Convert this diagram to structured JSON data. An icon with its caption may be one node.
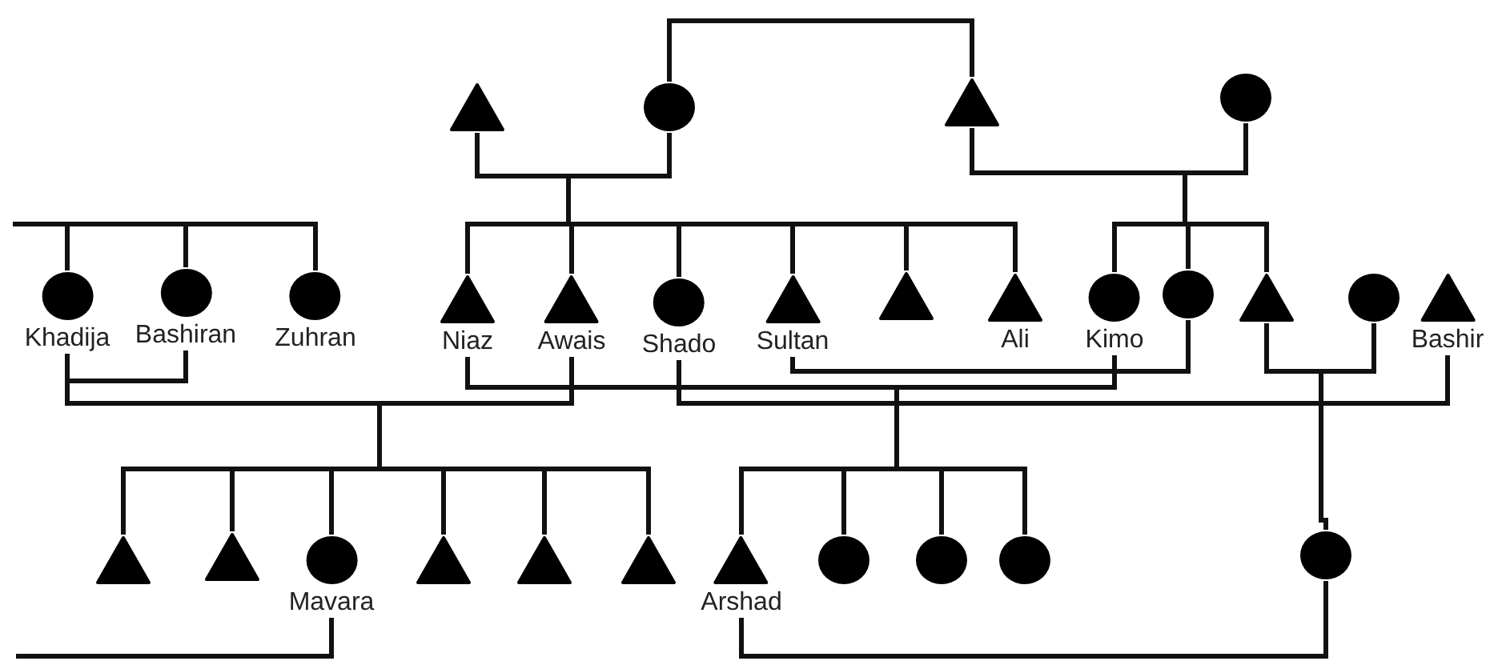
{
  "diagram": {
    "nodes": [
      {
        "text": [],
        "shape": "triangle"
      },
      {
        "text": [],
        "shape": "circle"
      },
      {
        "text": [],
        "shape": "triangle"
      },
      {
        "text": [],
        "shape": "circle"
      },
      {
        "text": [
          "Khadija"
        ]
      },
      {
        "text": [
          "Bashiran"
        ]
      },
      {
        "text": [
          "Zuhran"
        ]
      },
      {
        "text": [
          "Niaz"
        ]
      },
      {
        "text": [
          "Awais"
        ]
      },
      {
        "text": [
          "Shado"
        ]
      },
      {
        "text": [
          "Sultan"
        ]
      },
      {
        "text": [],
        "shape": "triangle"
      },
      {
        "text": [
          "Ali"
        ]
      },
      {
        "text": [
          "Kimo"
        ]
      },
      {
        "text": [],
        "shape": "circle"
      },
      {
        "text": [],
        "shape": "triangle"
      },
      {
        "text": [],
        "shape": "circle"
      },
      {
        "text": [
          "Bashir"
        ]
      },
      {
        "text": [],
        "shape": "triangle"
      },
      {
        "text": [],
        "shape": "triangle"
      },
      {
        "text": [
          "Mavara"
        ]
      },
      {
        "text": [],
        "shape": "triangle"
      },
      {
        "text": [],
        "shape": "triangle"
      },
      {
        "text": [],
        "shape": "triangle"
      },
      {
        "text": [
          "Arshad"
        ]
      },
      {
        "text": [],
        "shape": "circle"
      },
      {
        "text": [],
        "shape": "circle"
      },
      {
        "text": [],
        "shape": "circle"
      },
      {
        "text": [],
        "shape": "circle"
      }
    ],
    "edges": [
      {
        "from": 1,
        "to": 2,
        "arrow": "none"
      },
      {
        "from": 0,
        "to": 1,
        "arrow": "none"
      },
      {
        "from": 2,
        "to": 3,
        "arrow": "none"
      },
      {
        "from": 4,
        "to": 5,
        "arrow": "none"
      },
      {
        "from": 4,
        "to": 8,
        "arrow": "none"
      },
      {
        "from": 7,
        "to": 13,
        "arrow": "none"
      },
      {
        "from": 10,
        "to": 14,
        "arrow": "none"
      },
      {
        "from": 9,
        "to": 17,
        "arrow": "none"
      },
      {
        "from": 15,
        "to": 16,
        "arrow": "none"
      },
      {
        "from": 24,
        "to": 28,
        "arrow": "none"
      },
      {
        "from": null,
        "to": 4,
        "arrow": "none"
      },
      {
        "from": null,
        "to": 5,
        "arrow": "none"
      },
      {
        "from": null,
        "to": 6,
        "arrow": "none"
      },
      {
        "from": 20,
        "to": null,
        "arrow": "none"
      },
      {
        "from": 1,
        "to": 7,
        "arrow": "none"
      },
      {
        "from": 1,
        "to": 8,
        "arrow": "none"
      },
      {
        "from": 1,
        "to": 9,
        "arrow": "none"
      },
      {
        "from": 1,
        "to": 10,
        "arrow": "none"
      },
      {
        "from": 1,
        "to": 11,
        "arrow": "none"
      },
      {
        "from": 1,
        "to": 12,
        "arrow": "none"
      },
      {
        "from": 3,
        "to": 13,
        "arrow": "none"
      },
      {
        "from": 3,
        "to": 14,
        "arrow": "none"
      },
      {
        "from": 3,
        "to": 15,
        "arrow": "none"
      },
      {
        "from": 4,
        "to": 18,
        "arrow": "none"
      },
      {
        "from": 4,
        "to": 19,
        "arrow": "none"
      },
      {
        "from": 4,
        "to": 20,
        "arrow": "none"
      },
      {
        "from": 4,
        "to": 21,
        "arrow": "none"
      },
      {
        "from": 4,
        "to": 22,
        "arrow": "none"
      },
      {
        "from": 4,
        "to": 23,
        "arrow": "none"
      },
      {
        "from": 13,
        "to": 24,
        "arrow": "none"
      },
      {
        "from": 13,
        "to": 25,
        "arrow": "none"
      },
      {
        "from": 13,
        "to": 26,
        "arrow": "none"
      },
      {
        "from": 13,
        "to": 27,
        "arrow": "none"
      },
      {
        "from": 16,
        "to": 28,
        "arrow": "none"
      }
    ]
  }
}
